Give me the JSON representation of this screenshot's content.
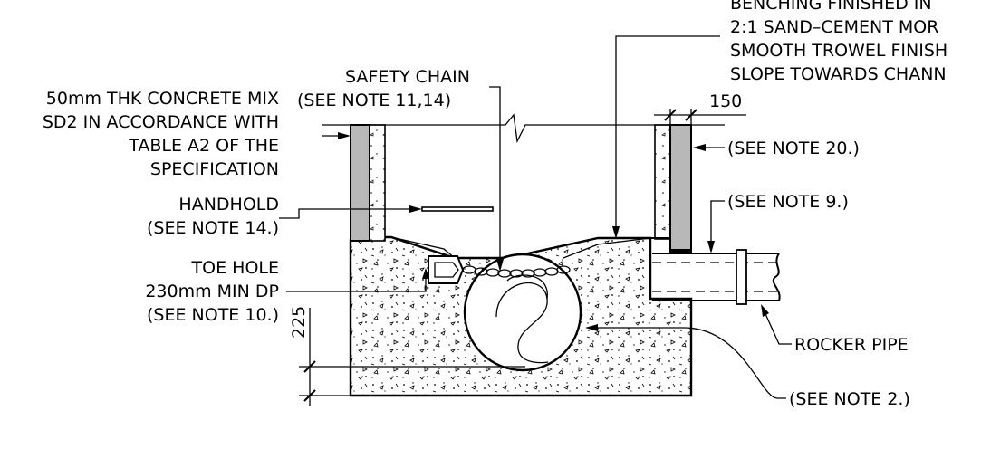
{
  "labels": {
    "bench_line1": "BENCHING FINISHED IN",
    "bench_line2": "2:1 SAND–CEMENT MOR",
    "bench_line3": "SMOOTH TROWEL FINISH",
    "bench_line4": "SLOPE TOWARDS CHANN",
    "concrete_line1": "50mm THK CONCRETE MIX",
    "concrete_line2": "SD2 IN ACCORDANCE WITH",
    "concrete_line3": "TABLE A2 OF THE",
    "concrete_line4": "SPECIFICATION",
    "safety_chain_line1": "SAFETY CHAIN",
    "safety_chain_line2": "(SEE NOTE 11,14)",
    "handhold_line1": "HANDHOLD",
    "handhold_line2": "(SEE NOTE 14.)",
    "toe_hole_line1": "TOE HOLE",
    "toe_hole_line2": "230mm MIN DP",
    "toe_hole_line3": "(SEE NOTE 10.)",
    "note20": "(SEE NOTE 20.)",
    "note9": "(SEE NOTE 9.)",
    "rocker_pipe": "ROCKER PIPE",
    "note2": "(SEE NOTE 2.)",
    "dim_150": "150",
    "dim_225": "225"
  }
}
